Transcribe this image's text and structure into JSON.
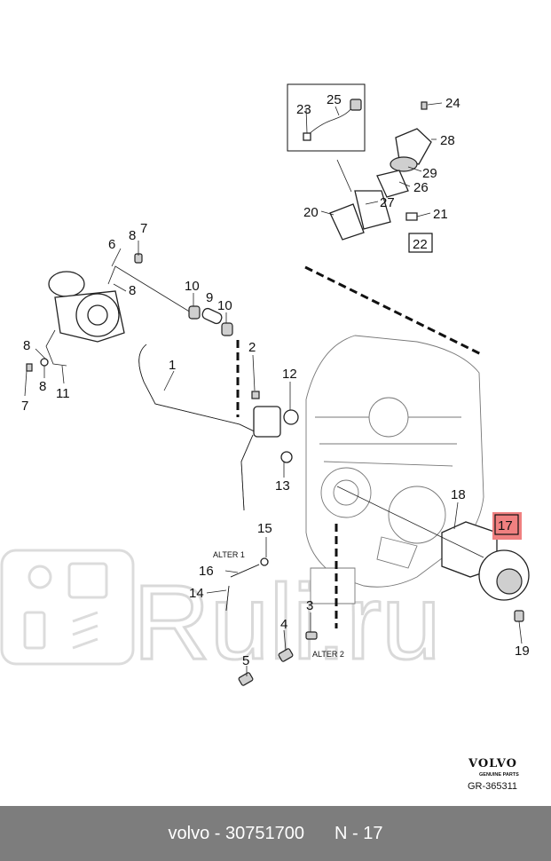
{
  "callouts": {
    "c1": "1",
    "c2": "2",
    "c3": "3",
    "c4": "4",
    "c5": "5",
    "c6": "6",
    "c7": "7",
    "c8": "8",
    "c9": "9",
    "c10": "10",
    "c11": "11",
    "c12": "12",
    "c13": "13",
    "c14": "14",
    "c15": "15",
    "c16": "16",
    "c17": "17",
    "c18": "18",
    "c19": "19",
    "c20": "20",
    "c21": "21",
    "c22": "22",
    "c23": "23",
    "c24": "24",
    "c25": "25",
    "c26": "26",
    "c27": "27",
    "c28": "28",
    "c29": "29"
  },
  "alternatives": {
    "alter1": "ALTER 1",
    "alter2": "ALTER 2"
  },
  "highlight": {
    "callout": "17",
    "color": "#f08080"
  },
  "branding": {
    "brand": "VOLVO",
    "tagline": "GENUINE PARTS",
    "illustration_ref": "GR-365311"
  },
  "watermark": {
    "text": "Ruli.ru"
  },
  "footer": {
    "left": "volvo - 30751700",
    "right": "N - 17",
    "background": "#7d7d7d"
  }
}
